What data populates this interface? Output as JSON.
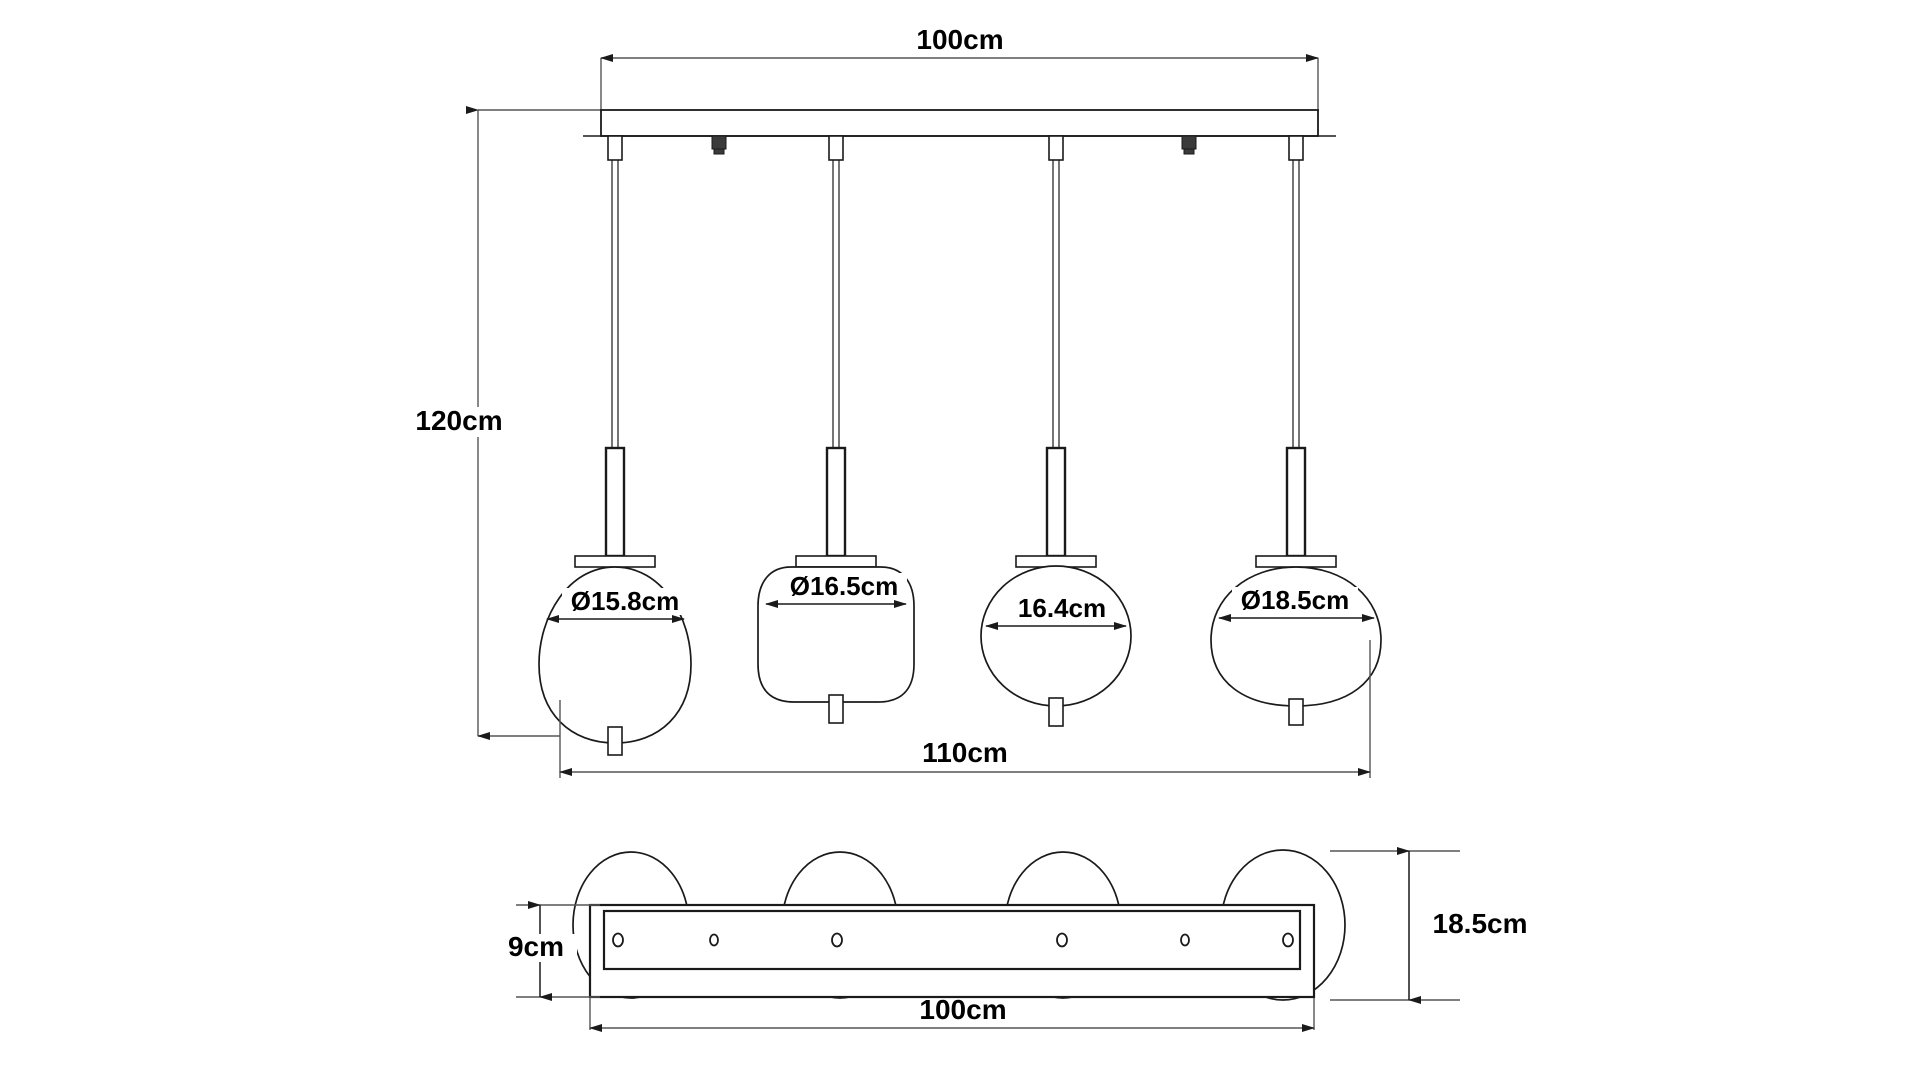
{
  "drawing": {
    "title": "Pendant Light Technical Dimension Drawing",
    "units": "cm",
    "line_color": "#1a1a1a",
    "dim_line_color": "#555555",
    "text_color": "#000000",
    "background_color": "#ffffff"
  },
  "elevation_view": {
    "name": "front-elevation",
    "overall_width_label": "100cm",
    "overall_drop_label": "120cm",
    "spread_width_label": "110cm",
    "pendants": [
      {
        "index": 1,
        "shade_shape": "egg",
        "diameter_label": "Ø15.8cm"
      },
      {
        "index": 2,
        "shade_shape": "barrel",
        "diameter_label": "Ø16.5cm"
      },
      {
        "index": 3,
        "shade_shape": "oval",
        "diameter_label": "16.4cm"
      },
      {
        "index": 4,
        "shade_shape": "squat-round",
        "diameter_label": "Ø18.5cm"
      }
    ]
  },
  "plan_view": {
    "name": "bottom-plan",
    "canopy_depth_label": "9cm",
    "shade_depth_label": "18.5cm",
    "canopy_width_label": "100cm",
    "hole_count": 6,
    "shade_count": 4
  }
}
